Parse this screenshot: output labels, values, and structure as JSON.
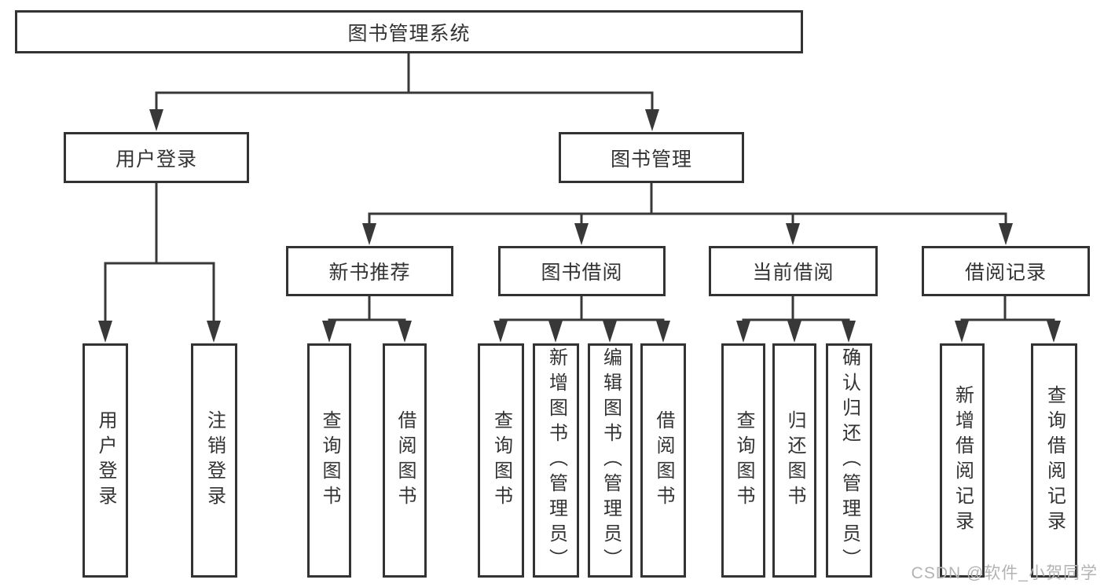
{
  "tree": {
    "label": "图书管理系统",
    "children": [
      {
        "label": "用户登录",
        "children": [
          {
            "label": "用户登录"
          },
          {
            "label": "注销登录"
          }
        ]
      },
      {
        "label": "图书管理",
        "children": [
          {
            "label": "新书推荐",
            "children": [
              {
                "label": "查询图书"
              },
              {
                "label": "借阅图书"
              }
            ]
          },
          {
            "label": "图书借阅",
            "children": [
              {
                "label": "查询图书"
              },
              {
                "label": "新增图书（管理员）"
              },
              {
                "label": "编辑图书（管理员）"
              },
              {
                "label": "借阅图书"
              }
            ]
          },
          {
            "label": "当前借阅",
            "children": [
              {
                "label": "查询图书"
              },
              {
                "label": "归还图书"
              },
              {
                "label": "确认归还（管理员）"
              }
            ]
          },
          {
            "label": "借阅记录",
            "children": [
              {
                "label": "新增借阅记录"
              },
              {
                "label": "查询借阅记录"
              }
            ]
          }
        ]
      }
    ]
  },
  "watermark": {
    "text": "CSDN @软件_小贺同学",
    "color": "#b3b3b3"
  },
  "colors": {
    "background": "#ffffff",
    "box_border": "#333333",
    "text": "#333333",
    "connector": "#383838"
  }
}
